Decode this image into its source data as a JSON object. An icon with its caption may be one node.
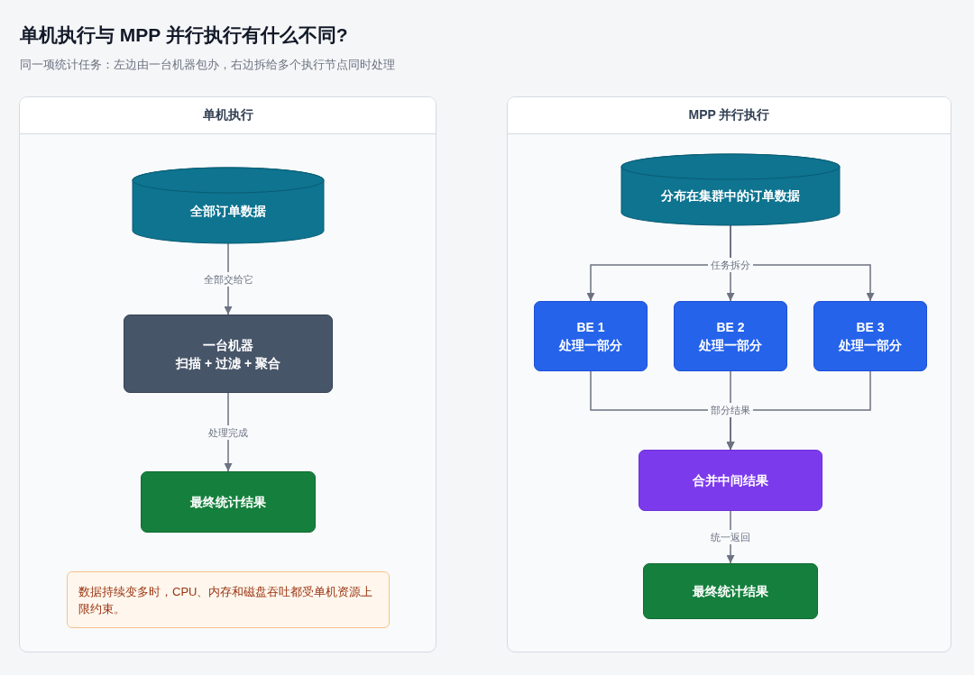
{
  "diagram": {
    "title": "单机执行与 MPP 并行执行有什么不同?",
    "nodes": [
      {
        "text": [
          "单机执行"
        ]
      },
      {
        "text": [
          "全部订单数据"
        ],
        "in": 0
      },
      {
        "text": [
          "一台机器",
          "扫描 + 过滤 + 聚合"
        ],
        "in": 0
      },
      {
        "text": [
          "最终统计结果"
        ],
        "in": 0
      },
      {
        "text": [
          "数据持续变多时，CPU、内存和磁盘吞吐都受单机资源上限约束。"
        ],
        "in": 0
      },
      {
        "text": [
          "MPP 并行执行"
        ]
      },
      {
        "text": [
          "分布在集群中的订单数据"
        ],
        "in": 5
      },
      {
        "text": [
          "BE 1",
          "处理一部分"
        ],
        "in": 5
      },
      {
        "text": [
          "BE 2",
          "处理一部分"
        ],
        "in": 5
      },
      {
        "text": [
          "BE 3",
          "处理一部分"
        ],
        "in": 5
      },
      {
        "text": [
          "合并中间结果"
        ],
        "in": 5
      },
      {
        "text": [
          "最终统计结果"
        ],
        "in": 5
      }
    ],
    "edges": [
      {
        "from": 1,
        "to": 2,
        "arrow": "to",
        "label": "全部交给它"
      },
      {
        "from": 2,
        "to": 3,
        "arrow": "to",
        "label": "处理完成"
      },
      {
        "from": 6,
        "to": 7,
        "arrow": "to"
      },
      {
        "from": 6,
        "to": 8,
        "arrow": "to",
        "label": "任务拆分"
      },
      {
        "from": 6,
        "to": 9,
        "arrow": "to"
      },
      {
        "from": 7,
        "to": 10,
        "arrow": "to"
      },
      {
        "from": 8,
        "to": 10,
        "arrow": "to",
        "label": "部分结果"
      },
      {
        "from": 9,
        "to": 10,
        "arrow": "to"
      },
      {
        "from": 10,
        "to": 11,
        "arrow": "to",
        "label": "统一返回"
      }
    ],
    "labels": [
      "同一项统计任务：左边由一台机器包办，右边拆给多个执行节点同时处理"
    ]
  }
}
